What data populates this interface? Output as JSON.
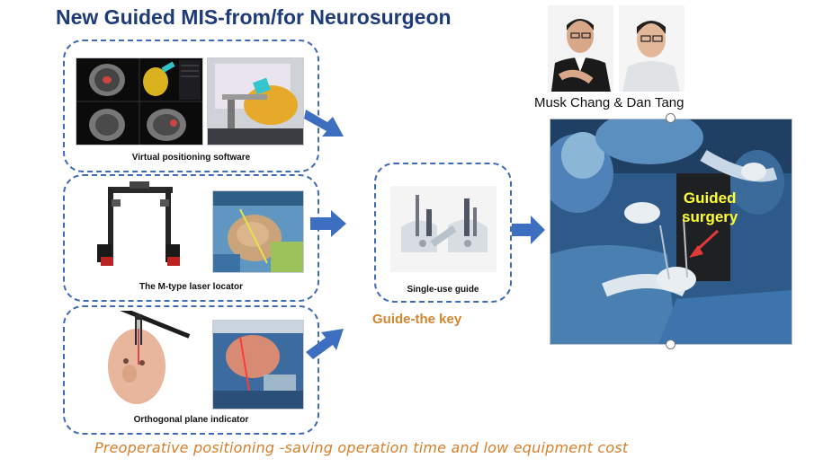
{
  "title": "New Guided MIS-from/for Neurosurgeon",
  "authors": "Musk Chang & Dan Tang",
  "panels": [
    {
      "caption": "Virtual positioning software"
    },
    {
      "caption": "The M-type laser locator"
    },
    {
      "caption": "Orthogonal plane indicator"
    }
  ],
  "center": {
    "caption": "Single-use guide",
    "key_label": "Guide-the key"
  },
  "photo": {
    "annotation_line1": "Guided",
    "annotation_line2": "surgery"
  },
  "footer": "Preoperative positioning -saving operation time and low equipment cost",
  "colors": {
    "title": "#1f3c78",
    "panel_border": "#3f6bb8",
    "arrow": "#3d6fc0",
    "accent_orange": "#d2862f",
    "annotation_yellow": "#ffff33",
    "annotation_arrow": "#e0393a"
  }
}
